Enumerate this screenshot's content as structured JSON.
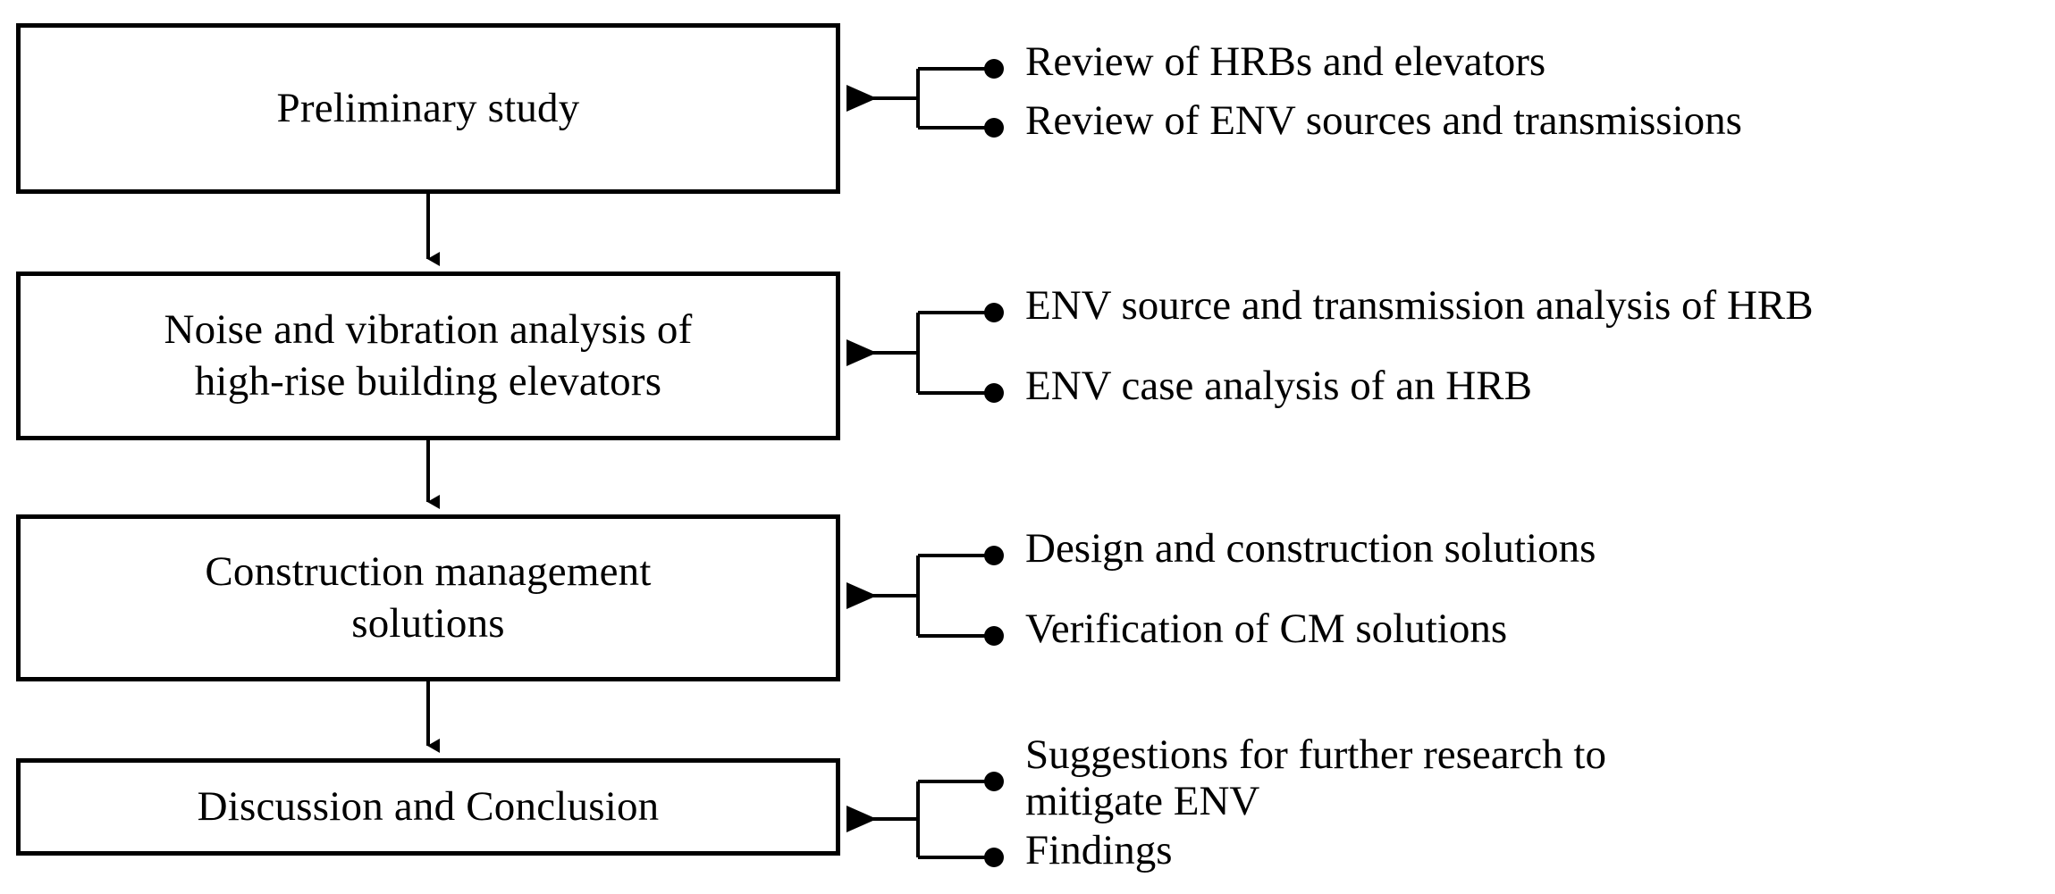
{
  "diagram": {
    "title": "Research framework flowchart",
    "orientation": "vertical-top-down",
    "colors": {
      "stroke": "#000000",
      "text": "#000000",
      "background": "#ffffff"
    },
    "stages": [
      {
        "id": "preliminary-study",
        "label": "Preliminary study",
        "bullets": [
          "Review of HRBs and elevators",
          "Review of ENV sources and transmissions"
        ]
      },
      {
        "id": "noise-vibration-analysis",
        "label": "Noise and vibration analysis of\nhigh-rise building elevators",
        "bullets": [
          "ENV source and transmission analysis of HRB",
          "ENV case analysis of an HRB"
        ]
      },
      {
        "id": "construction-management-solutions",
        "label": "Construction management\nsolutions",
        "bullets": [
          "Design and construction solutions",
          "Verification of CM solutions"
        ]
      },
      {
        "id": "discussion-conclusion",
        "label": "Discussion and Conclusion",
        "bullets": [
          "Suggestions for further research to\nmitigate ENV",
          "Findings"
        ]
      }
    ]
  }
}
